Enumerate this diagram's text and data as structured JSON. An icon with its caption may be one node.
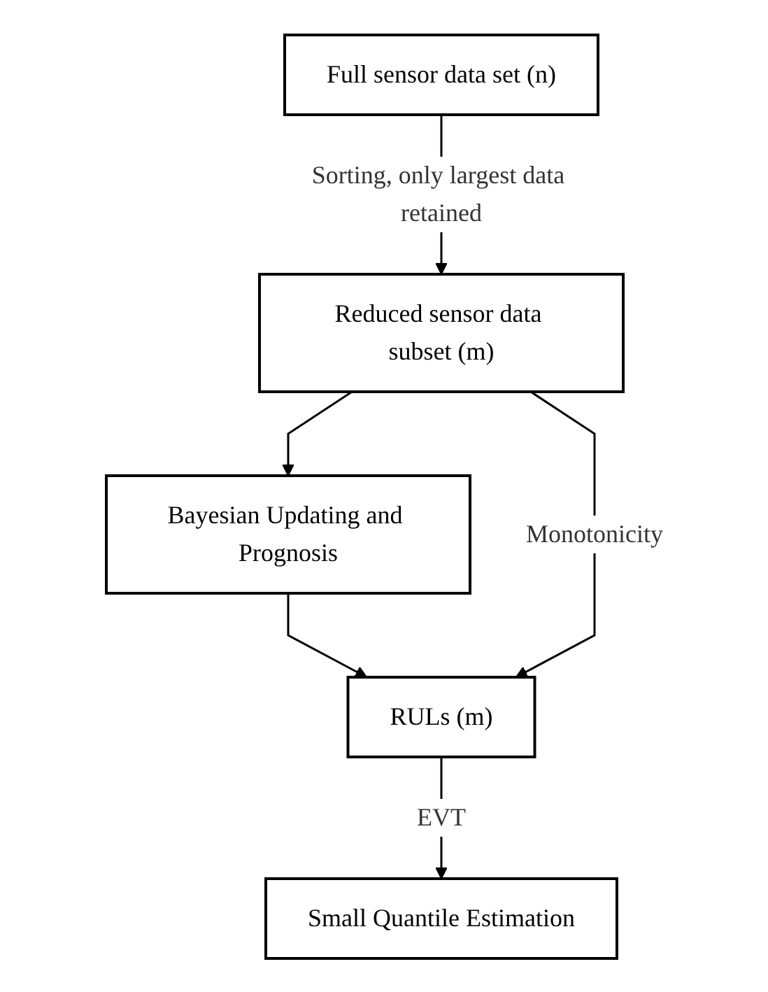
{
  "diagram": {
    "nodes": [
      {
        "text": [
          "Full sensor data set (n)"
        ]
      },
      {
        "text": [
          "Reduced sensor data subset (m)"
        ]
      },
      {
        "text": [
          "Bayesian Updating and Prognosis"
        ]
      },
      {
        "text": [
          "RULs (m)"
        ]
      },
      {
        "text": [
          "Small Quantile Estimation"
        ]
      }
    ],
    "edges": [
      {
        "from": 0,
        "to": 1,
        "arrow": "to",
        "label": "Sorting, only largest data retained"
      },
      {
        "from": 1,
        "to": 2,
        "arrow": "to"
      },
      {
        "from": 2,
        "to": 3,
        "arrow": "to"
      },
      {
        "from": 1,
        "to": 3,
        "arrow": "to",
        "label": "Monotonicity"
      },
      {
        "from": 3,
        "to": 4,
        "arrow": "to",
        "label": "EVT"
      }
    ]
  }
}
